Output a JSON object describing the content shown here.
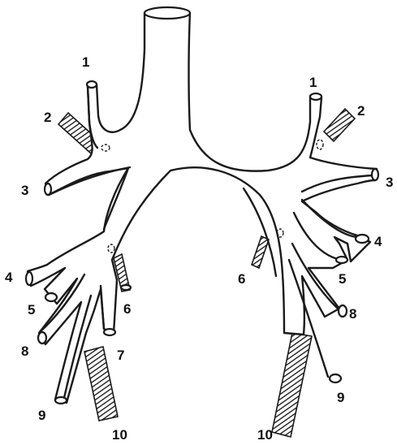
{
  "labels": {
    "left": {
      "l1": "1",
      "l2": "2",
      "l3": "3",
      "l4": "4",
      "l5": "5",
      "l6": "6",
      "l7": "7",
      "l8": "8",
      "l9": "9",
      "l10": "10"
    },
    "right": {
      "r1": "1",
      "r2": "2",
      "r3": "3",
      "r4": "4",
      "r5": "5",
      "r6": "6",
      "r8": "8",
      "r9": "9",
      "r10": "10"
    }
  },
  "colors": {
    "stroke": "#1a1a1a",
    "background": "#ffffff"
  }
}
